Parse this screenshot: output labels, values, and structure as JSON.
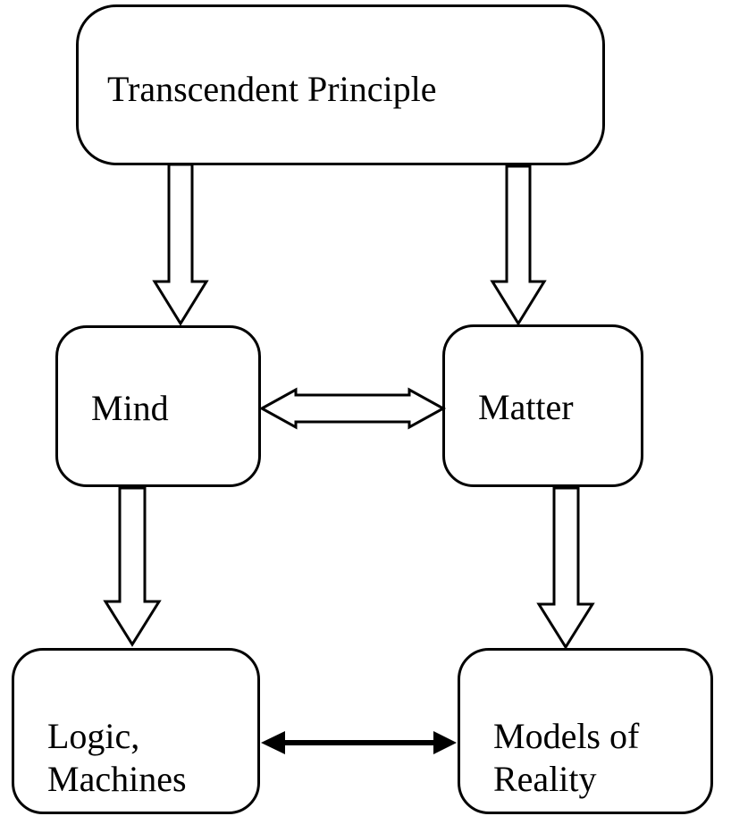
{
  "diagram": {
    "background": "#ffffff",
    "stroke_color": "#000000",
    "text_color": "#000000",
    "nodes": {
      "transcendent_principle": {
        "label": "Transcendent Principle"
      },
      "mind": {
        "label": "Mind"
      },
      "matter": {
        "label": "Matter"
      },
      "logic_machines": {
        "label": "Logic,\nMachines"
      },
      "models_of_reality": {
        "label": "Models of\nReality"
      }
    },
    "edges": [
      {
        "from": "transcendent_principle",
        "to": "mind",
        "style": "hollow-block-arrow",
        "direction": "down"
      },
      {
        "from": "transcendent_principle",
        "to": "matter",
        "style": "hollow-block-arrow",
        "direction": "down"
      },
      {
        "from": "mind",
        "to": "matter",
        "style": "hollow-block-arrow",
        "direction": "both"
      },
      {
        "from": "mind",
        "to": "logic_machines",
        "style": "hollow-block-arrow",
        "direction": "down"
      },
      {
        "from": "matter",
        "to": "models_of_reality",
        "style": "hollow-block-arrow",
        "direction": "down"
      },
      {
        "from": "logic_machines",
        "to": "models_of_reality",
        "style": "solid-thin-arrow",
        "direction": "both"
      }
    ]
  }
}
